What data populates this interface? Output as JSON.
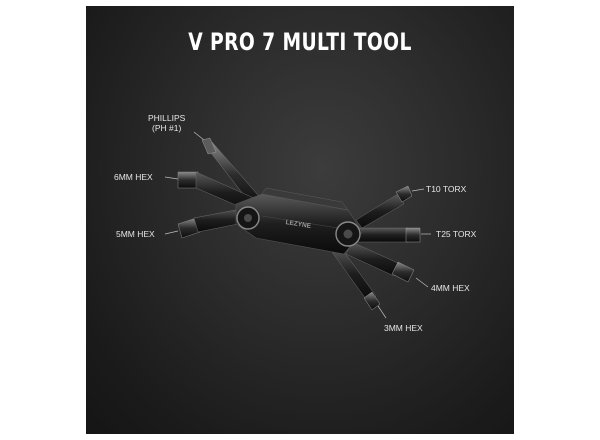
{
  "title": "V PRO 7 MULTI TOOL",
  "brand_mark": "LEZYNE",
  "labels": {
    "phillips_line1": "PHILLIPS",
    "phillips_line2": "(PH #1)",
    "hex6": "6MM HEX",
    "hex5": "5MM HEX",
    "t10": "T10 TORX",
    "t25": "T25 TORX",
    "hex4": "4MM HEX",
    "hex3": "3MM HEX"
  },
  "colors": {
    "background": "#222222",
    "text": "#ffffff",
    "tool_body": "#0e0e0e",
    "tool_highlight": "#6a6a6a"
  }
}
